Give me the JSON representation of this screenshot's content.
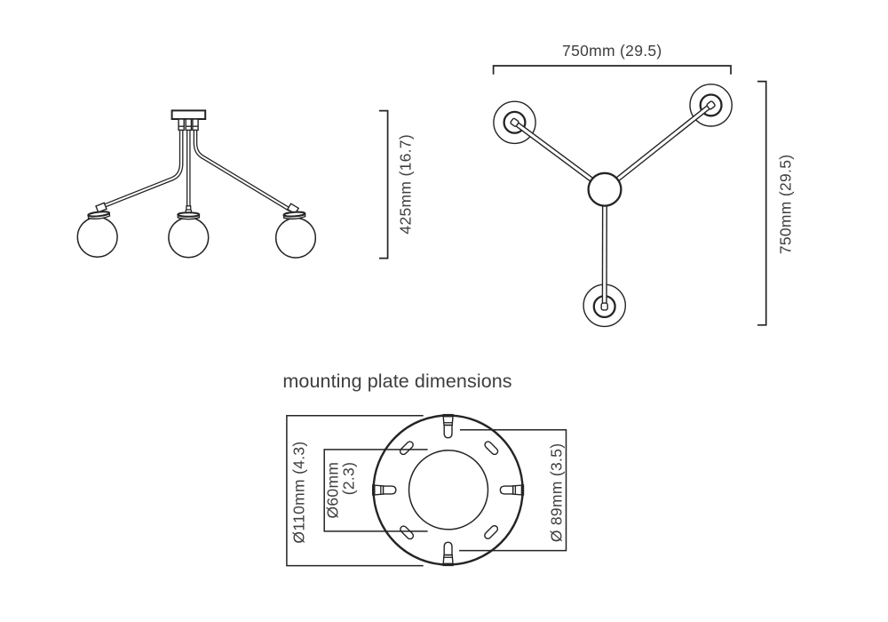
{
  "page": {
    "background": "#ffffff",
    "line_color": "#242424",
    "text_color": "#3e3e3e"
  },
  "side_view": {
    "height_dim": "425mm (16.7)"
  },
  "top_view": {
    "width_dim": "750mm (29.5)",
    "height_dim": "750mm (29.5)"
  },
  "mounting_plate": {
    "title": "mounting plate dimensions",
    "outer_dia": "Ø110mm (4.3)",
    "inner_dia_line1": "Ø60mm",
    "inner_dia_line2": "(2.3)",
    "bolt_circle_dia": "Ø 89mm (3.5)"
  }
}
